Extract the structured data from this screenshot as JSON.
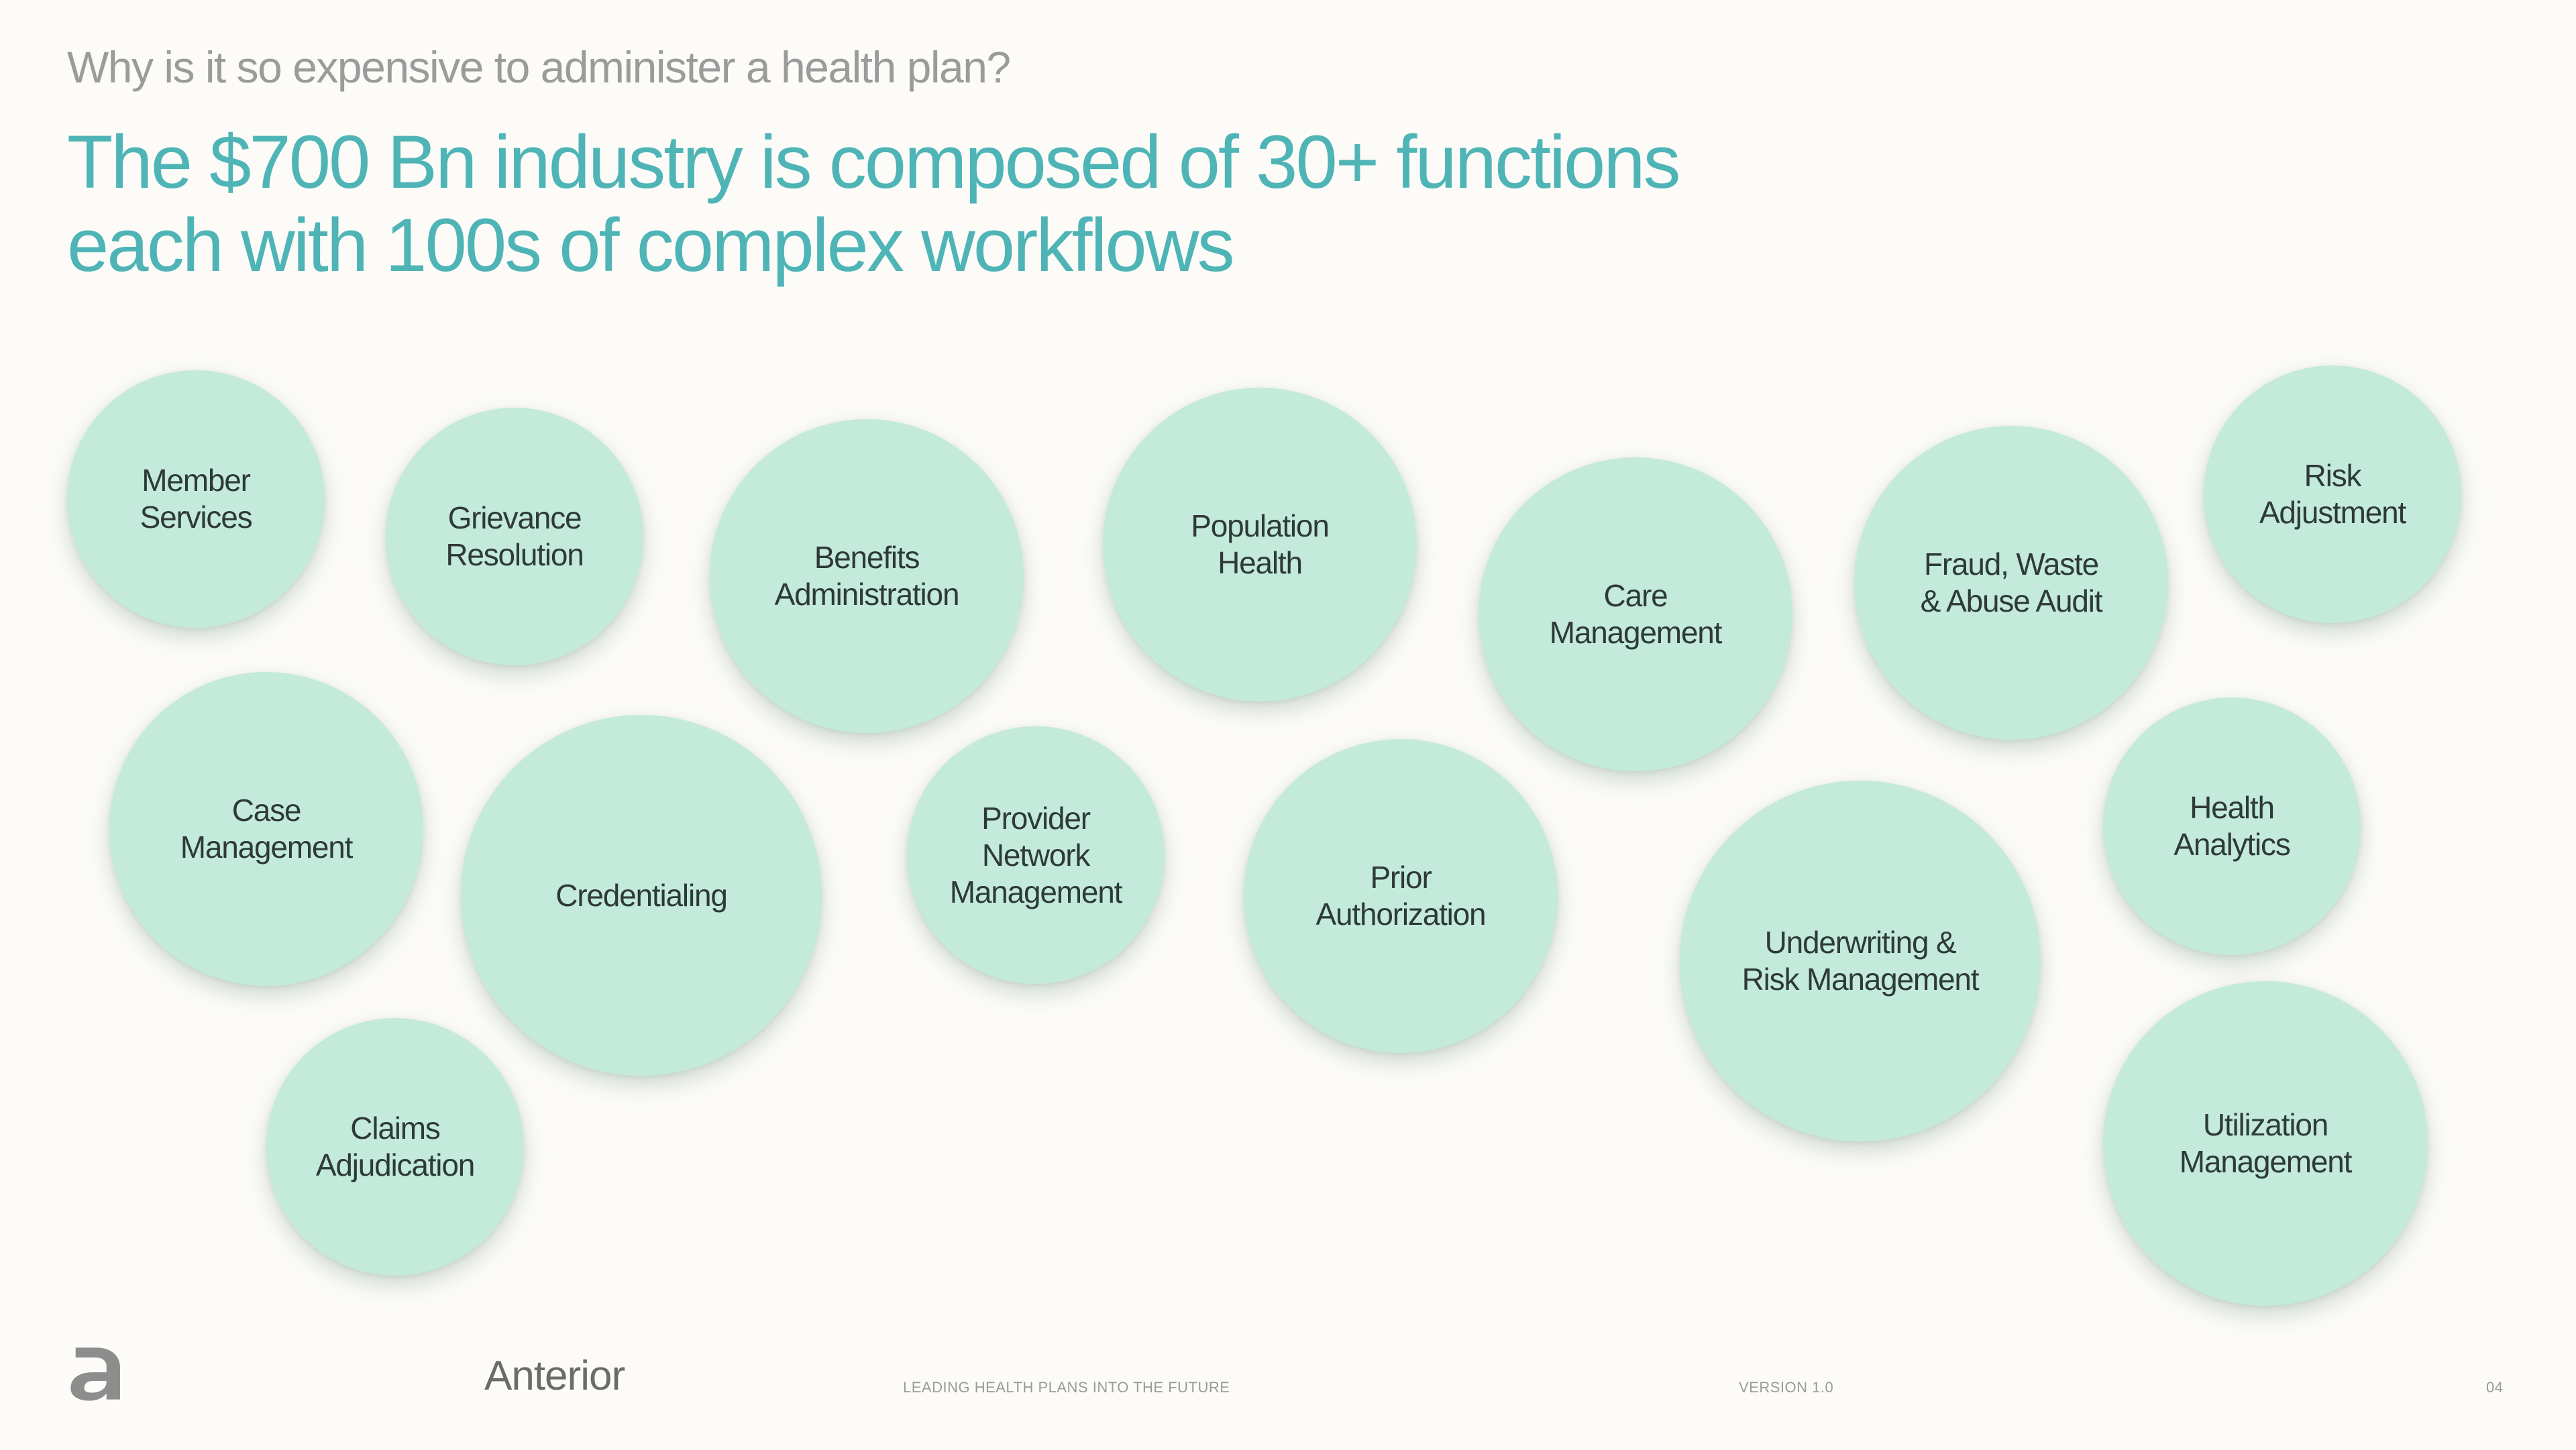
{
  "header": {
    "question": "Why is it so expensive to administer a health plan?",
    "headline_line1": "The $700 Bn industry is composed of 30+ functions",
    "headline_line2": "each with 100s of complex workflows"
  },
  "functions": [
    {
      "id": "member-services",
      "label": "Member\nServices"
    },
    {
      "id": "grievance-resolution",
      "label": "Grievance\nResolution"
    },
    {
      "id": "benefits-administration",
      "label": "Benefits\nAdministration"
    },
    {
      "id": "population-health",
      "label": "Population\nHealth"
    },
    {
      "id": "care-management",
      "label": "Care\nManagement"
    },
    {
      "id": "fraud-waste-abuse-audit",
      "label": "Fraud, Waste\n& Abuse Audit"
    },
    {
      "id": "risk-adjustment",
      "label": "Risk\nAdjustment"
    },
    {
      "id": "case-management",
      "label": "Case\nManagement"
    },
    {
      "id": "credentialing",
      "label": "Credentialing"
    },
    {
      "id": "provider-network-management",
      "label": "Provider\nNetwork\nManagement"
    },
    {
      "id": "prior-authorization",
      "label": "Prior\nAuthorization"
    },
    {
      "id": "underwriting-risk-management",
      "label": "Underwriting &\nRisk Management"
    },
    {
      "id": "health-analytics",
      "label": "Health\nAnalytics"
    },
    {
      "id": "claims-adjudication",
      "label": "Claims\nAdjudication"
    },
    {
      "id": "utilization-management",
      "label": "Utilization\nManagement"
    }
  ],
  "footer": {
    "logo_icon": "anterior-a-logo-icon",
    "brand": "Anterior",
    "tagline": "LEADING HEALTH PLANS INTO THE FUTURE",
    "version": "VERSION 1.0",
    "page_number": "04"
  },
  "colors": {
    "headline": "#4fb4b6",
    "bubble_fill": "#c3eadb",
    "background": "#fcfbf8"
  }
}
